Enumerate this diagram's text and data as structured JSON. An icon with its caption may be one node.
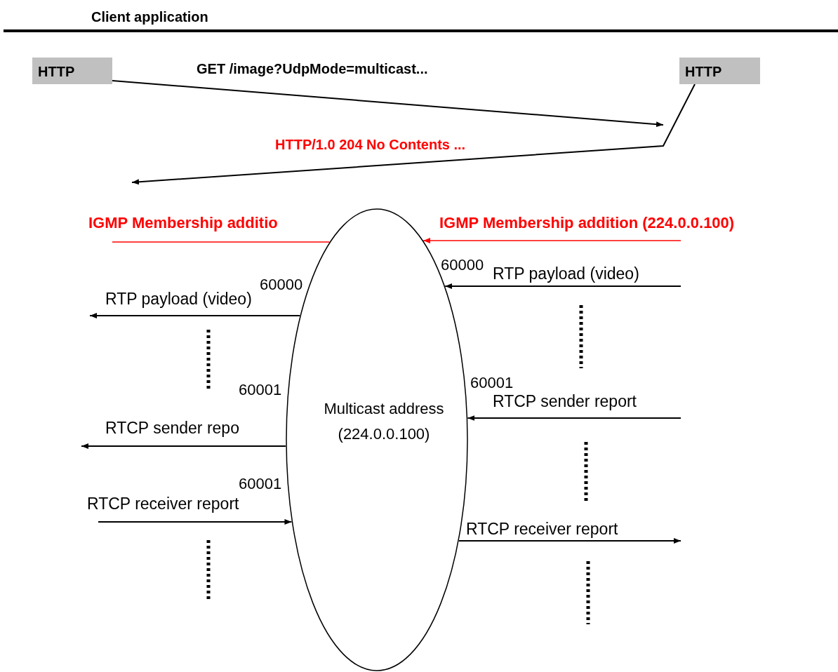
{
  "diagram": {
    "nodes": [
      {
        "text": [
          "HTTP"
        ]
      },
      {
        "text": [
          "HTTP"
        ]
      },
      {
        "text": [
          "Multicast address (224.0.0.100)"
        ]
      }
    ],
    "edges": [
      {
        "from": 0,
        "to": null,
        "arrow": "to",
        "label": "GET /image?UdpMode=multicast..."
      },
      {
        "from": 1,
        "to": null,
        "arrow": "to",
        "label": "HTTP/1.0 204 No Contents ..."
      },
      {
        "from": null,
        "to": 2,
        "arrow": "to",
        "label": "IGMP Membership addition (224.0.0.100)",
        "color": "#ff0000"
      },
      {
        "from": 2,
        "to": null,
        "arrow": "none",
        "label": "IGMP Membership additio",
        "color": "#ff0000"
      },
      {
        "from": null,
        "to": 2,
        "arrow": "to",
        "label": "RTP payload (video)"
      },
      {
        "from": 2,
        "to": null,
        "arrow": "to",
        "label": "RTP payload (video)"
      },
      {
        "from": null,
        "to": 2,
        "arrow": "to",
        "label": "RTCP sender report"
      },
      {
        "from": 2,
        "to": null,
        "arrow": "to",
        "label": "RTCP sender repo"
      },
      {
        "from": null,
        "to": 2,
        "arrow": "to",
        "label": "RTCP receiver report"
      },
      {
        "from": 2,
        "to": null,
        "arrow": "to",
        "label": "RTCP receiver report"
      }
    ],
    "labels": [
      "Client application",
      "60000",
      "60000",
      "60001",
      "60001",
      "60001"
    ]
  }
}
